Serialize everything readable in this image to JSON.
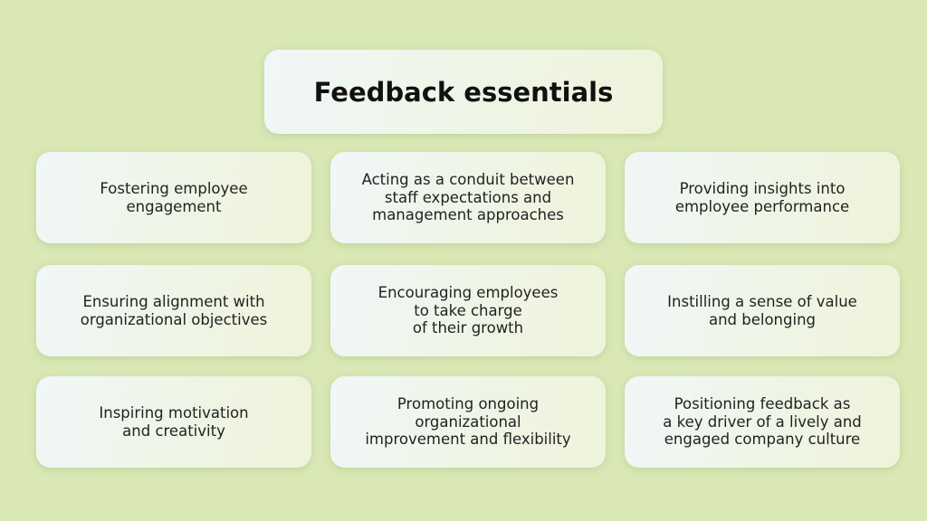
{
  "title": "Feedback essentials",
  "cards": [
    {
      "lines": [
        "Fostering employee",
        "engagement"
      ]
    },
    {
      "lines": [
        "Acting as a conduit between",
        "staff expectations and",
        "management approaches"
      ]
    },
    {
      "lines": [
        "Providing insights into",
        "employee performance"
      ]
    },
    {
      "lines": [
        "Ensuring alignment with",
        "organizational objectives"
      ]
    },
    {
      "lines": [
        "Encouraging employees",
        "to take charge",
        "of their growth"
      ]
    },
    {
      "lines": [
        "Instilling a sense of value",
        "and belonging"
      ]
    },
    {
      "lines": [
        "Inspiring motivation",
        "and creativity"
      ]
    },
    {
      "lines": [
        "Promoting ongoing",
        "organizational",
        "improvement and flexibility"
      ]
    },
    {
      "lines": [
        "Positioning feedback as",
        "a key driver of a lively and",
        "engaged company culture"
      ]
    }
  ]
}
